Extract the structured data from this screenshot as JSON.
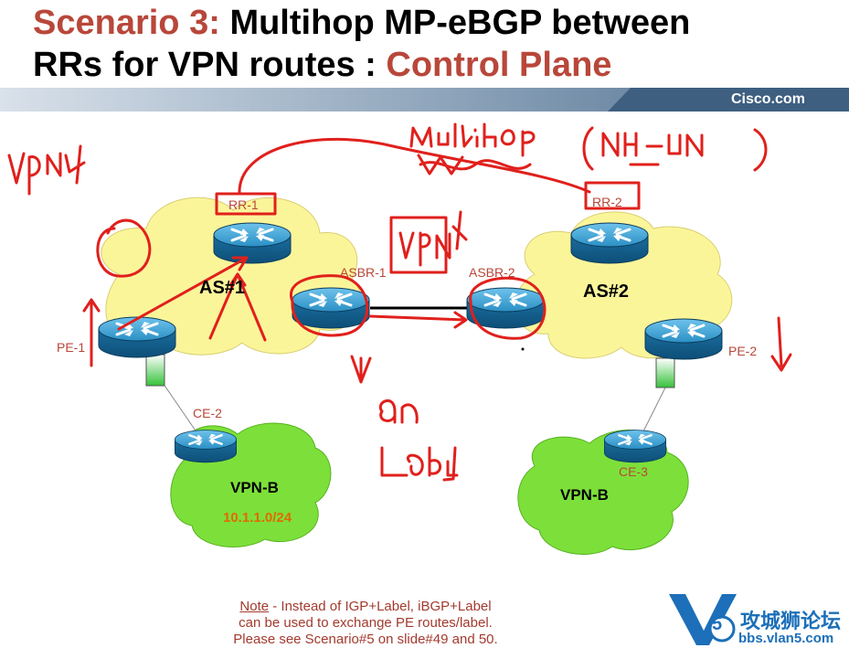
{
  "title": {
    "line1_red": "Scenario 3:",
    "line1_black": "Multihop MP-eBGP between",
    "line2_black": "RRs for VPN routes :",
    "line2_red": "Control Plane"
  },
  "banner": {
    "brand": "Cisco.com"
  },
  "devices": {
    "rr1": "RR-1",
    "rr2": "RR-2",
    "asbr1": "ASBR-1",
    "asbr2": "ASBR-2",
    "pe1": "PE-1",
    "pe2": "PE-2",
    "ce2": "CE-2",
    "ce3": "CE-3"
  },
  "clouds": {
    "as1": "AS#1",
    "as2": "AS#2",
    "vpn_left": "VPN-B",
    "vpn_right": "VPN-B",
    "prefix": "10.1.1.0/24"
  },
  "note": {
    "heading": "Note",
    "line1": " - Instead of IGP+Label, iBGP+Label",
    "line2": "can be used to exchange PE routes/label.",
    "line3": "Please see Scenario#5 on slide#49 and 50."
  },
  "watermark": {
    "glyph": "5",
    "title": "攻城狮论坛",
    "url": "bbs.vlan5.com"
  },
  "annotation_colors": {
    "ink": "#e0201c",
    "accent": "#b8473a",
    "as_cloud": "#fbf59a",
    "vpn_cloud": "#7de03a"
  }
}
